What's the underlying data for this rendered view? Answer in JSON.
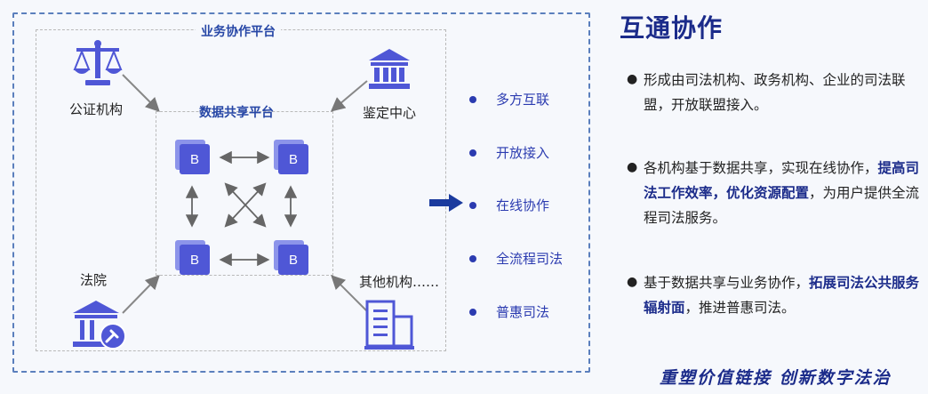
{
  "diagram": {
    "business_platform_title": "业务协作平台",
    "data_platform_title": "数据共享平台",
    "orgs": {
      "notary": "公证机构",
      "appraisal": "鉴定中心",
      "court": "法院",
      "others": "其他机构……"
    },
    "node_label": "B",
    "features": [
      "多方互联",
      "开放接入",
      "在线协作",
      "全流程司法",
      "普惠司法"
    ]
  },
  "panel": {
    "title": "互通协作",
    "bullet_mark": "●",
    "bullets": [
      {
        "p1": "形成由司法机构、政务机构、企业的司法联盟，开放联盟接入。"
      },
      {
        "p1": "各机构基于数据共享，实现在线协作，",
        "p2": "提高司法工作效率，优化资源配置",
        "p3": "，为用户提供全流程司法服务。"
      },
      {
        "p1": "基于数据共享与业务协作，",
        "p2": "拓展司法公共服务辐射面",
        "p3": "，推进普惠司法。"
      }
    ],
    "slogan": "重塑价值链接 创新数字法治"
  },
  "colors": {
    "accent": "#1b2b8a",
    "node": "#4f57d6",
    "node_back": "#8c94ea",
    "frame": "#5b7fbd"
  }
}
